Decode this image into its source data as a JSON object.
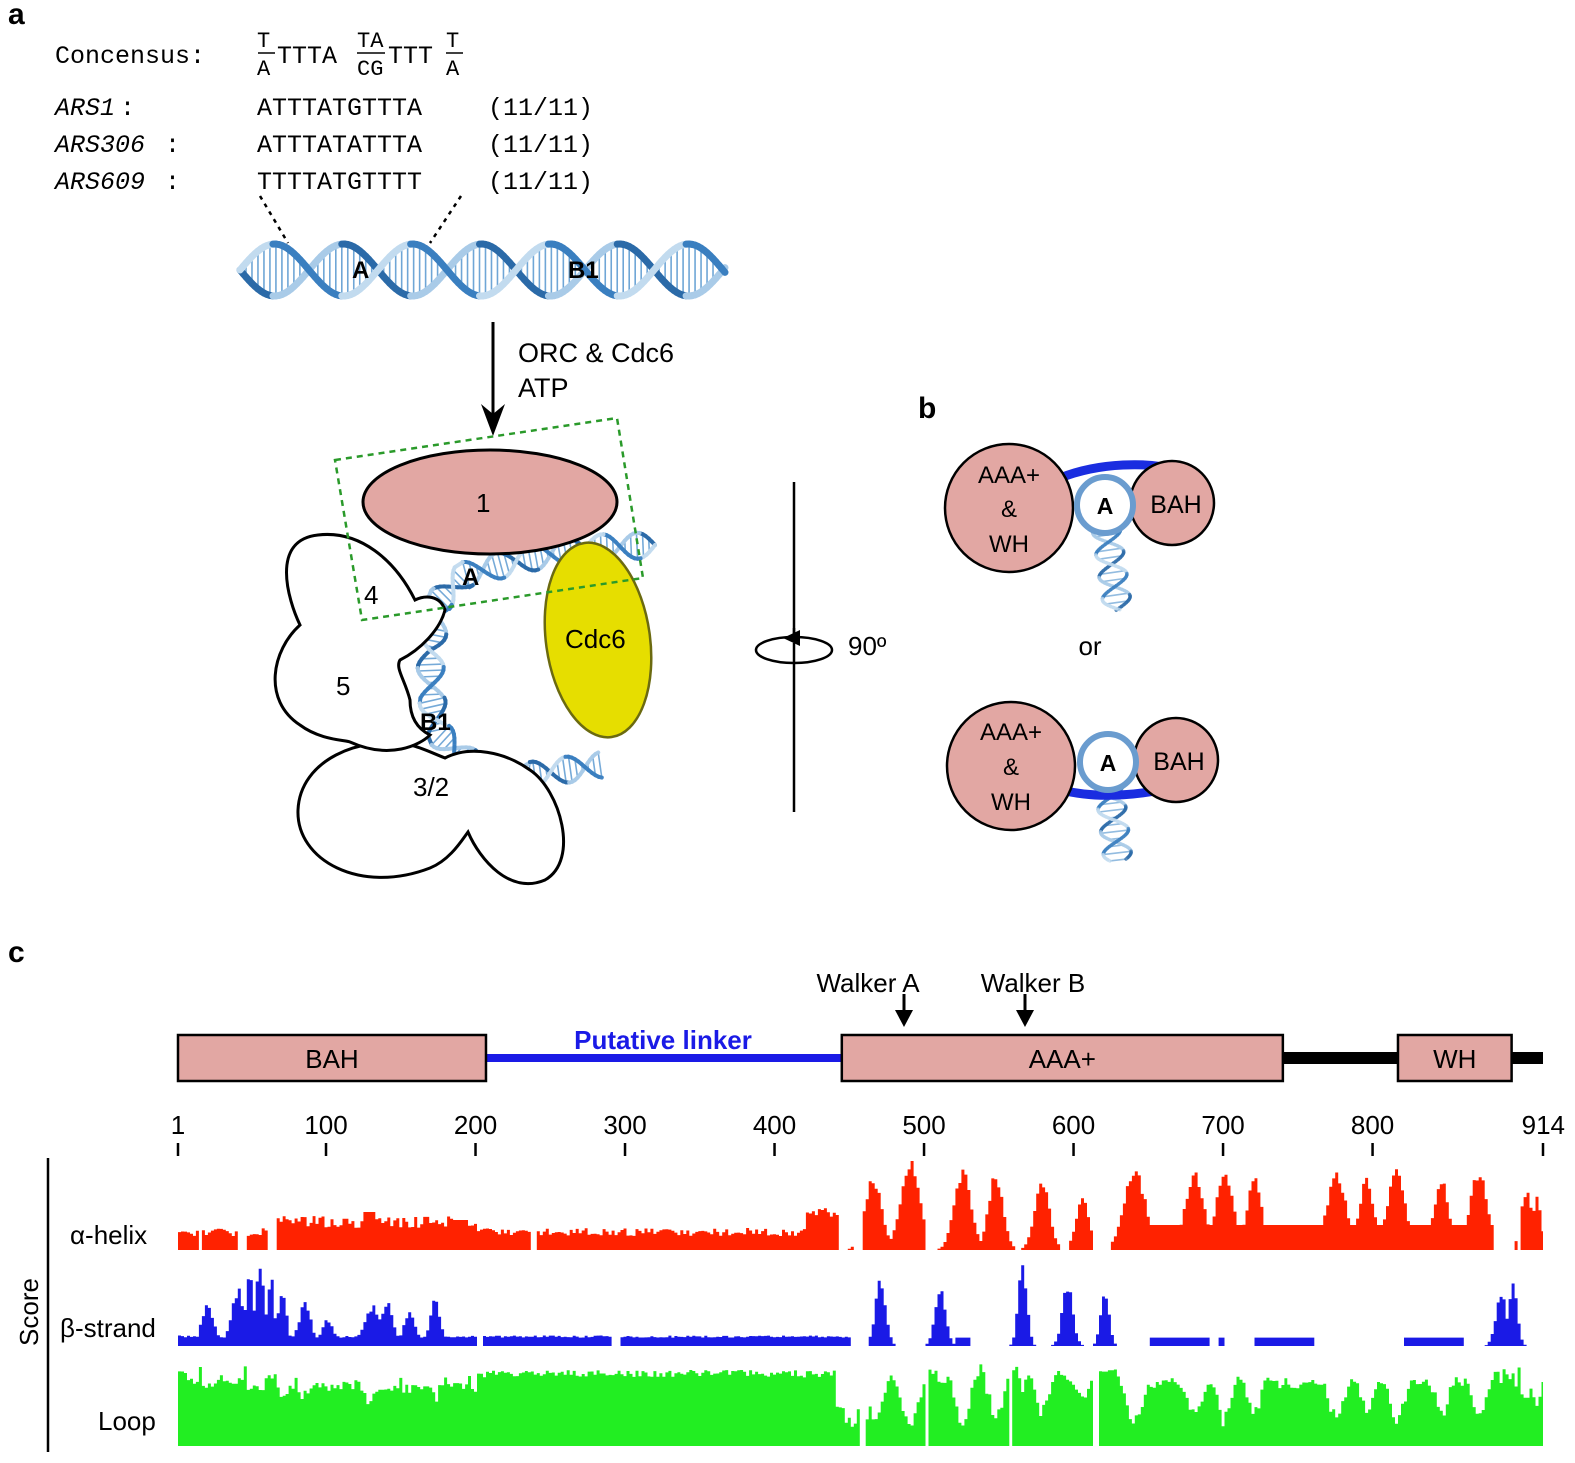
{
  "panels": {
    "a": "a",
    "b": "b",
    "c": "c"
  },
  "consensus": {
    "label": "Concensus:",
    "p1_top": "T",
    "p1_bot": "A",
    "mid1": "TTTA",
    "p2_top": "TA",
    "p2_bot": "CG",
    "mid2": "TTT",
    "p3_top": "T",
    "p3_bot": "A"
  },
  "ars": [
    {
      "name": "ARS1",
      "colon": ":",
      "seq": "ATTTATGTTTA",
      "score": "(11/11)"
    },
    {
      "name": "ARS306",
      "colon": ":",
      "seq": "ATTTATATTTA",
      "score": "(11/11)"
    },
    {
      "name": "ARS609",
      "colon": ":",
      "seq": "TTTTATGTTTT",
      "score": "(11/11)"
    }
  ],
  "dna_labels": {
    "a": "A",
    "b1": "B1"
  },
  "arrow_labels": {
    "line1": "ORC & Cdc6",
    "line2": "ATP"
  },
  "orc": {
    "sub1": "1",
    "sub4": "4",
    "sub5": "5",
    "sub32": "3/2",
    "cdc6": "Cdc6",
    "a": "A",
    "b1": "B1",
    "color_sub1": "#e2a7a3",
    "color_cdc6": "#e6de00"
  },
  "rotation": {
    "label": "90º"
  },
  "panel_b": {
    "aaa_line1": "AAA+",
    "aaa_line2": "&",
    "aaa_line3": "WH",
    "a": "A",
    "bah": "BAH",
    "or": "or",
    "color_domain": "#e2a7a3",
    "color_linker": "#1a2de0"
  },
  "domain_map": {
    "walker_a": "Walker A",
    "walker_b": "Walker B",
    "linker": "Putative linker",
    "domains": [
      {
        "name": "BAH",
        "start": 1,
        "end": 207
      },
      {
        "name": "AAA+",
        "start": 445,
        "end": 740
      },
      {
        "name": "WH",
        "start": 817,
        "end": 893
      }
    ],
    "ticks": [
      "1",
      "100",
      "200",
      "300",
      "400",
      "500",
      "600",
      "700",
      "800",
      "914"
    ],
    "color_domain": "#e2a7a3",
    "color_linker": "#1a1ae6"
  },
  "chart_data": {
    "type": "area",
    "title": "",
    "xlabel": "",
    "ylabel": "Score",
    "xlim": [
      1,
      914
    ],
    "series": [
      {
        "name": "α-helix",
        "color": "#ff2200"
      },
      {
        "name": "β-strand",
        "color": "#1a1ae6"
      },
      {
        "name": "Loop",
        "color": "#22ee22"
      }
    ]
  }
}
